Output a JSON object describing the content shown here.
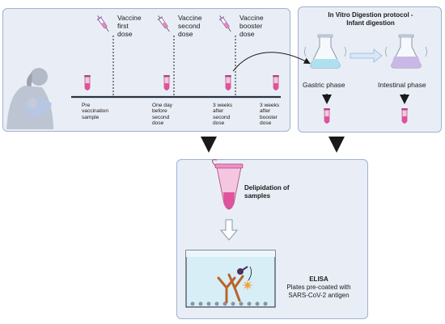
{
  "timeline": {
    "doses": [
      {
        "title": "Vaccine",
        "subtitle": "first",
        "line3": "dose"
      },
      {
        "title": "Vaccine",
        "subtitle": "second",
        "line3": "dose"
      },
      {
        "title": "Vaccine",
        "subtitle": "booster",
        "line3": "dose"
      }
    ],
    "samples": [
      {
        "line1": "Pre",
        "line2": "vaccination",
        "line3": "sample",
        "line4": ""
      },
      {
        "line1": "One day",
        "line2": "before",
        "line3": "second",
        "line4": "dose"
      },
      {
        "line1": "3 weeks",
        "line2": "after",
        "line3": "second",
        "line4": "dose"
      },
      {
        "line1": "3 weeks",
        "line2": "after",
        "line3": "booster",
        "line4": "dose"
      }
    ]
  },
  "digestion": {
    "title_line1": "In Vitro Digestion protocol -",
    "title_line2": "Infant digestion",
    "gastric": "Gastric phase",
    "intestinal": "Intestinal phase"
  },
  "elisa": {
    "delipidation_line1": "Delipidation of",
    "delipidation_line2": "samples",
    "title": "ELISA",
    "desc_line1": "Plates pre-coated with",
    "desc_line2": "SARS-CoV-2 antigen"
  },
  "colors": {
    "panel_bg": "#e9eef6",
    "panel_border": "#9fb1cf",
    "tube_pink": "#e0529c",
    "tube_light": "#f4c6df",
    "syringe_purple": "#7a4f8f",
    "gastric_liquid": "#aee0ef",
    "intestinal_liquid": "#c9b8e6",
    "arrow_blue": "#9ec4e6",
    "antibody": "#b8642a",
    "antigen_dot": "#f2a43c"
  }
}
